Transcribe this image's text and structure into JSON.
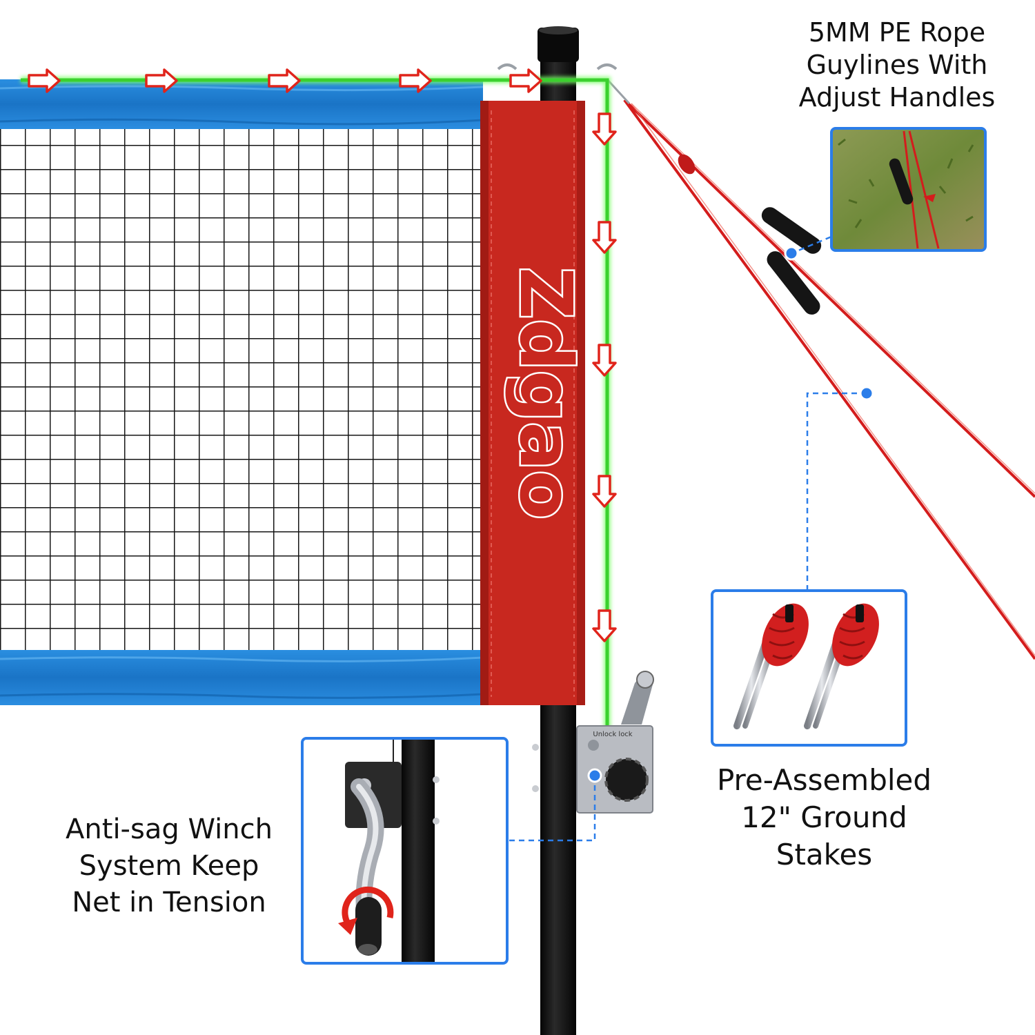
{
  "product": {
    "brand_logo": "Zdgao",
    "subject": "badminton net post with winch, guylines and ground stakes"
  },
  "callouts": {
    "guylines": {
      "lines": [
        "5MM PE Rope",
        "Guylines With",
        "Adjust Handles"
      ],
      "inset_photo": "rope handle on grass"
    },
    "stakes": {
      "lines": [
        "Pre-Assembled",
        "12\" Ground",
        "Stakes"
      ],
      "inset_photo": "two metal stakes with red rope bundles"
    },
    "winch": {
      "lines": [
        "Anti-sag Winch",
        "System Keep",
        "Net in Tension"
      ],
      "inset_photo": "winch crank handle with rotation arrow"
    }
  },
  "winch_plate_text": "Unlock lock",
  "colors": {
    "net_tape": "#1d7fd0",
    "sleeve": "#c8281f",
    "tension_line": "#3bd12e",
    "arrow_outline": "#e0241b",
    "guyline": "#d41c1c",
    "pointer": "#2b7de9",
    "pole": "#111111"
  },
  "icons": [
    "tension-arrow-icon",
    "rotate-arrow-icon",
    "pointer-dot-icon"
  ]
}
